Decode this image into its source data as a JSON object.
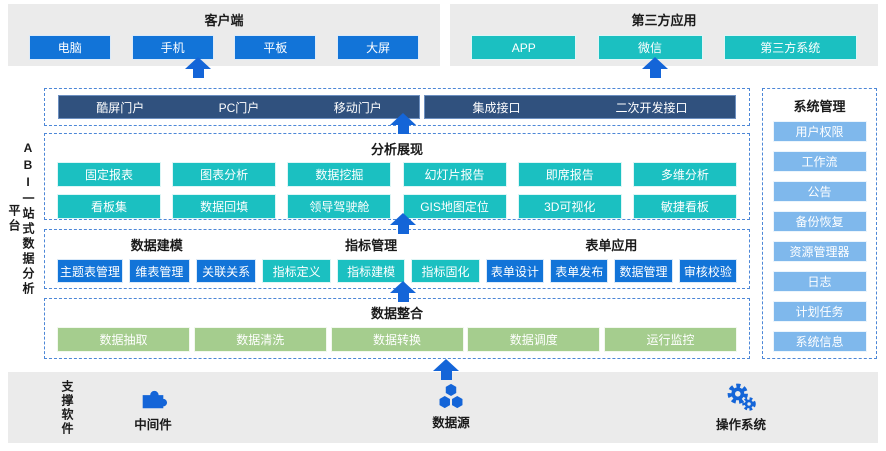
{
  "colors": {
    "button_blue": "#1274d8",
    "button_teal": "#1bc0c1",
    "portal_navy": "#30517e",
    "sidebar_light_blue": "#7fb8ec",
    "integration_green": "#a5cd8e",
    "band_gray": "#ebebeb",
    "dashed_border_blue": "#4d87d7",
    "arrow_blue": "#1465d8"
  },
  "client": {
    "title": "客户端",
    "items": [
      "电脑",
      "手机",
      "平板",
      "大屏"
    ]
  },
  "third_party": {
    "title": "第三方应用",
    "items": [
      "APP",
      "微信",
      "第三方系统"
    ]
  },
  "platform_label": {
    "main": "ABI一站式数据分析",
    "suffix": "平台"
  },
  "portal": {
    "left": [
      "酷屏门户",
      "PC门户",
      "移动门户"
    ],
    "right": [
      "集成接口",
      "二次开发接口"
    ]
  },
  "analysis": {
    "title": "分析展现",
    "row1": [
      "固定报表",
      "图表分析",
      "数据挖掘",
      "幻灯片报告",
      "即席报告",
      "多维分析"
    ],
    "row2": [
      "看板集",
      "数据回填",
      "领导驾驶舱",
      "GIS地图定位",
      "3D可视化",
      "敏捷看板"
    ]
  },
  "modeling": {
    "title": "数据建模",
    "items": [
      "主题表管理",
      "维表管理",
      "关联关系"
    ]
  },
  "metrics": {
    "title": "指标管理",
    "items": [
      "指标定义",
      "指标建模",
      "指标固化"
    ]
  },
  "forms": {
    "title": "表单应用",
    "items": [
      "表单设计",
      "表单发布",
      "数据管理",
      "审核校验"
    ]
  },
  "integration": {
    "title": "数据整合",
    "items": [
      "数据抽取",
      "数据清洗",
      "数据转换",
      "数据调度",
      "运行监控"
    ]
  },
  "system": {
    "title": "系统管理",
    "items": [
      "用户权限",
      "工作流",
      "公告",
      "备份恢复",
      "资源管理器",
      "日志",
      "计划任务",
      "系统信息"
    ]
  },
  "support": {
    "label": "支撑软件",
    "items": [
      {
        "name": "中间件",
        "icon": "puzzle-icon"
      },
      {
        "name": "数据源",
        "icon": "data-nodes-icon"
      },
      {
        "name": "操作系统",
        "icon": "gears-icon"
      }
    ]
  }
}
